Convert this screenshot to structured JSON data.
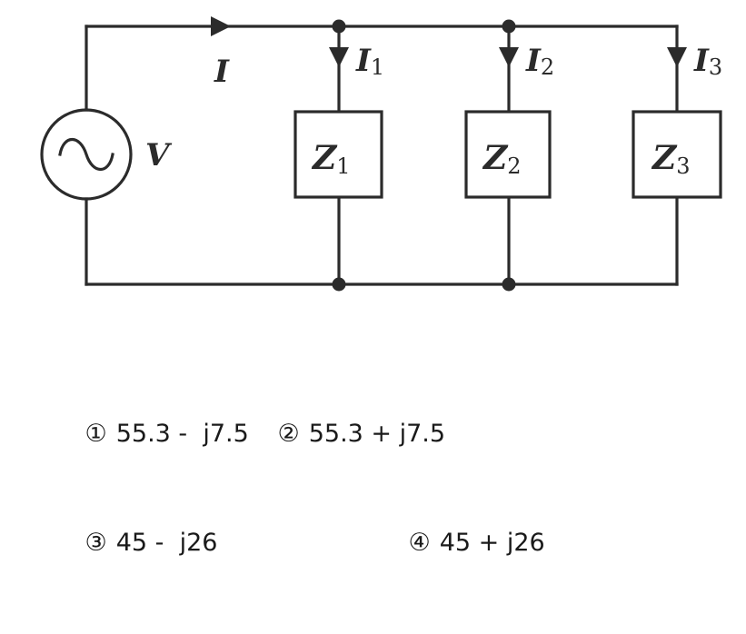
{
  "circuit": {
    "source_label": "V",
    "total_current_label": "I",
    "branch_currents": [
      {
        "symbol": "I",
        "subscript": "1"
      },
      {
        "symbol": "I",
        "subscript": "2"
      },
      {
        "symbol": "I",
        "subscript": "3"
      }
    ],
    "impedances": [
      {
        "symbol": "Z",
        "subscript": "1"
      },
      {
        "symbol": "Z",
        "subscript": "2"
      },
      {
        "symbol": "Z",
        "subscript": "3"
      }
    ]
  },
  "choices": [
    {
      "mark": "①",
      "text": "55.3 -  j7.5"
    },
    {
      "mark": "②",
      "text": "55.3 + j7.5"
    },
    {
      "mark": "③",
      "text": "45 -  j26"
    },
    {
      "mark": "④",
      "text": "45 + j26"
    }
  ]
}
